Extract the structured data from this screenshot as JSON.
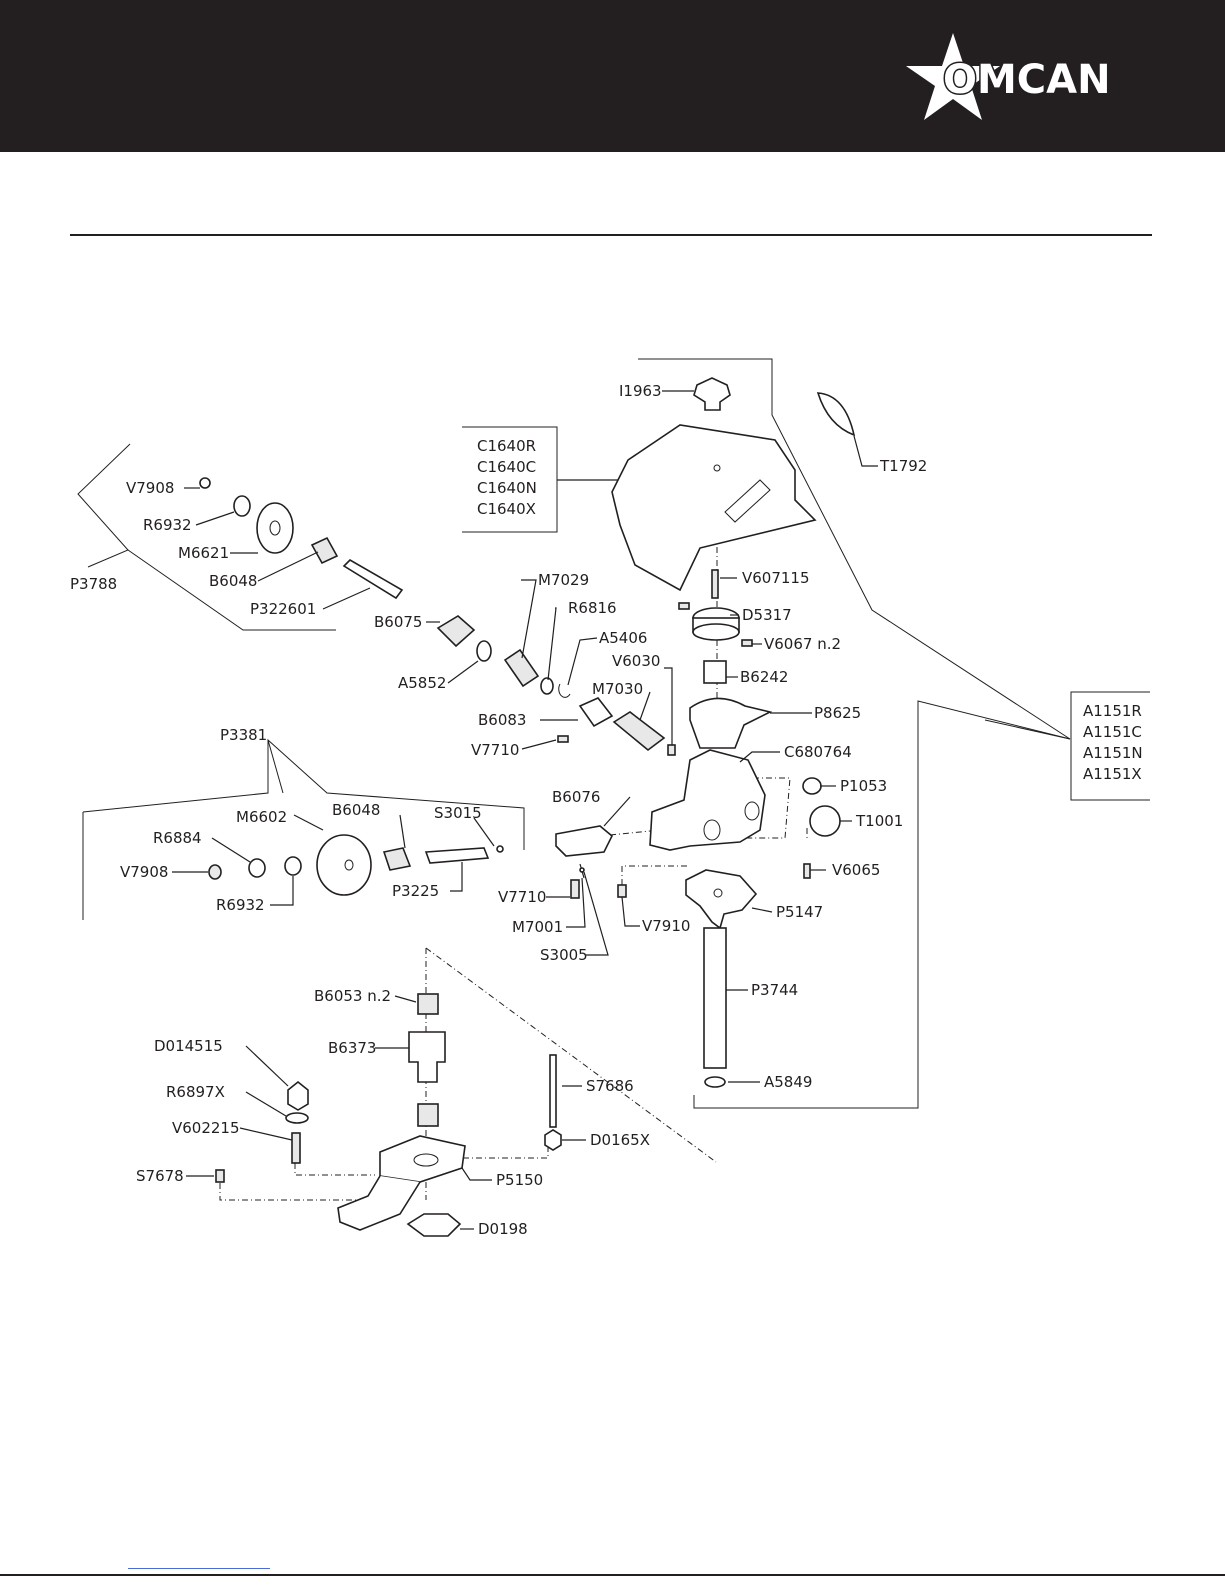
{
  "brand": {
    "logo_text": "OMCAN"
  },
  "diagram": {
    "parts": [
      {
        "key": "i1963",
        "label": "I1963"
      },
      {
        "key": "t1792",
        "label": "T1792"
      },
      {
        "key": "c1640r",
        "label": "C1640R"
      },
      {
        "key": "c1640c",
        "label": "C1640C"
      },
      {
        "key": "c1640n",
        "label": "C1640N"
      },
      {
        "key": "c1640x",
        "label": "C1640X"
      },
      {
        "key": "v7908a",
        "label": "V7908"
      },
      {
        "key": "r6932a",
        "label": "R6932"
      },
      {
        "key": "m6621",
        "label": "M6621"
      },
      {
        "key": "b6048a",
        "label": "B6048"
      },
      {
        "key": "p322601",
        "label": "P322601"
      },
      {
        "key": "p3788",
        "label": "P3788"
      },
      {
        "key": "m7029",
        "label": "M7029"
      },
      {
        "key": "r6816",
        "label": "R6816"
      },
      {
        "key": "a5406",
        "label": "A5406"
      },
      {
        "key": "b6075",
        "label": "B6075"
      },
      {
        "key": "a5852",
        "label": "A5852"
      },
      {
        "key": "v6030",
        "label": "V6030"
      },
      {
        "key": "m7030",
        "label": "M7030"
      },
      {
        "key": "b6083",
        "label": "B6083"
      },
      {
        "key": "v7710a",
        "label": "V7710"
      },
      {
        "key": "v607115",
        "label": "V607115"
      },
      {
        "key": "d5317",
        "label": "D5317"
      },
      {
        "key": "v6067",
        "label": "V6067  n.2"
      },
      {
        "key": "b6242",
        "label": "B6242"
      },
      {
        "key": "p8625",
        "label": "P8625"
      },
      {
        "key": "c680764",
        "label": "C680764"
      },
      {
        "key": "p1053",
        "label": "P1053"
      },
      {
        "key": "t1001",
        "label": "T1001"
      },
      {
        "key": "v6065",
        "label": "V6065"
      },
      {
        "key": "a1151r",
        "label": "A1151R"
      },
      {
        "key": "a1151c",
        "label": "A1151C"
      },
      {
        "key": "a1151n",
        "label": "A1151N"
      },
      {
        "key": "a1151x",
        "label": "A1151X"
      },
      {
        "key": "p3381",
        "label": "P3381"
      },
      {
        "key": "m6602",
        "label": "M6602"
      },
      {
        "key": "b6048b",
        "label": "B6048"
      },
      {
        "key": "s3015",
        "label": "S3015"
      },
      {
        "key": "r6884",
        "label": "R6884"
      },
      {
        "key": "v7908b",
        "label": "V7908"
      },
      {
        "key": "r6932b",
        "label": "R6932"
      },
      {
        "key": "p3225",
        "label": "P3225"
      },
      {
        "key": "b6076",
        "label": "B6076"
      },
      {
        "key": "v7710b",
        "label": "V7710"
      },
      {
        "key": "m7001",
        "label": "M7001"
      },
      {
        "key": "s3005",
        "label": "S3005"
      },
      {
        "key": "v7910",
        "label": "V7910"
      },
      {
        "key": "p5147",
        "label": "P5147"
      },
      {
        "key": "p3744",
        "label": "P3744"
      },
      {
        "key": "a5849",
        "label": "A5849"
      },
      {
        "key": "b6053",
        "label": "B6053  n.2"
      },
      {
        "key": "b6373",
        "label": "B6373"
      },
      {
        "key": "d014515",
        "label": "D014515"
      },
      {
        "key": "r6897x",
        "label": "R6897X"
      },
      {
        "key": "v602215",
        "label": "V602215"
      },
      {
        "key": "s7678",
        "label": "S7678"
      },
      {
        "key": "s7686",
        "label": "S7686"
      },
      {
        "key": "d0165x",
        "label": "D0165X"
      },
      {
        "key": "p5150",
        "label": "P5150"
      },
      {
        "key": "d0198",
        "label": "D0198"
      }
    ]
  },
  "colors": {
    "header_bg": "#231f20",
    "ink": "#231f20",
    "footer_link": "#4a6cd4"
  }
}
